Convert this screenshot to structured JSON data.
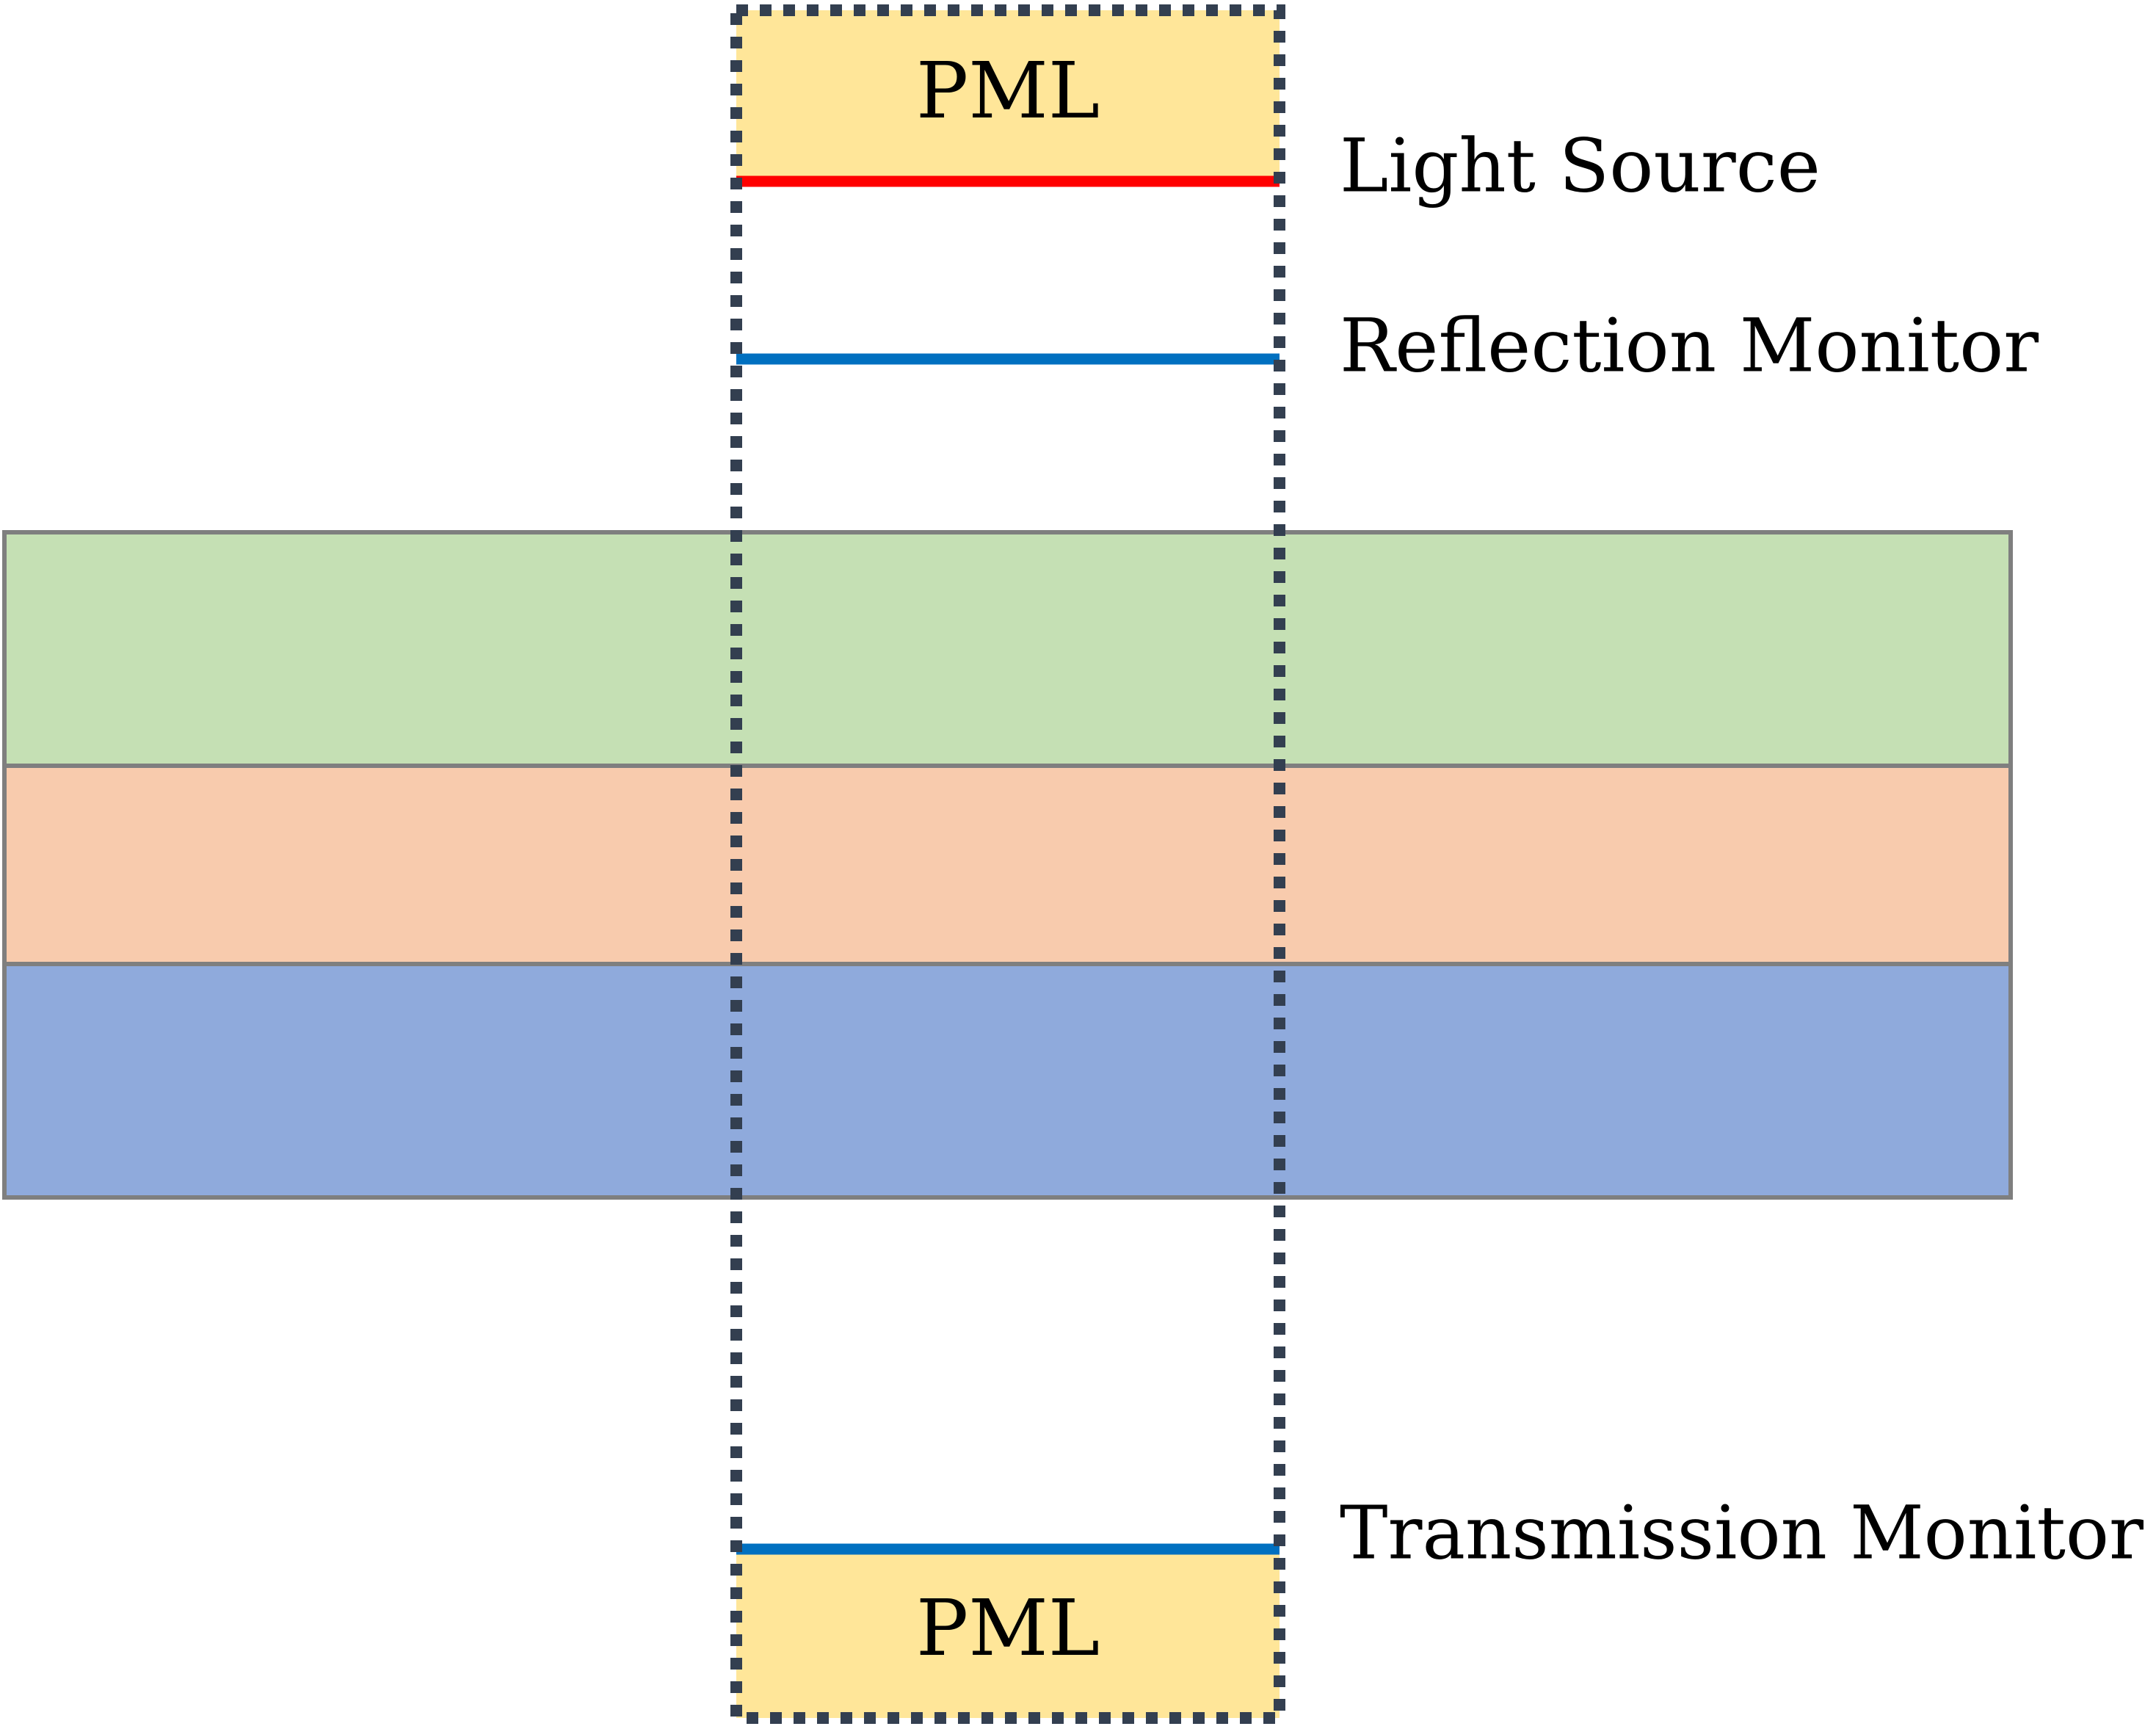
{
  "labels": {
    "pml_top": "PML",
    "pml_bottom": "PML",
    "light_source": "Light Source",
    "reflection_monitor": "Reflection Monitor",
    "transmission_monitor": "Transmission Monitor"
  },
  "colors": {
    "pml_fill": "#FFE699",
    "light_source": "#FF0000",
    "monitor": "#0070C0",
    "layer_top": "#C5E0B4",
    "layer_middle": "#F8CBAD",
    "layer_bottom": "#8FAADC",
    "layer_border": "#7F7F7F",
    "boundary_dash": "#333F50"
  }
}
